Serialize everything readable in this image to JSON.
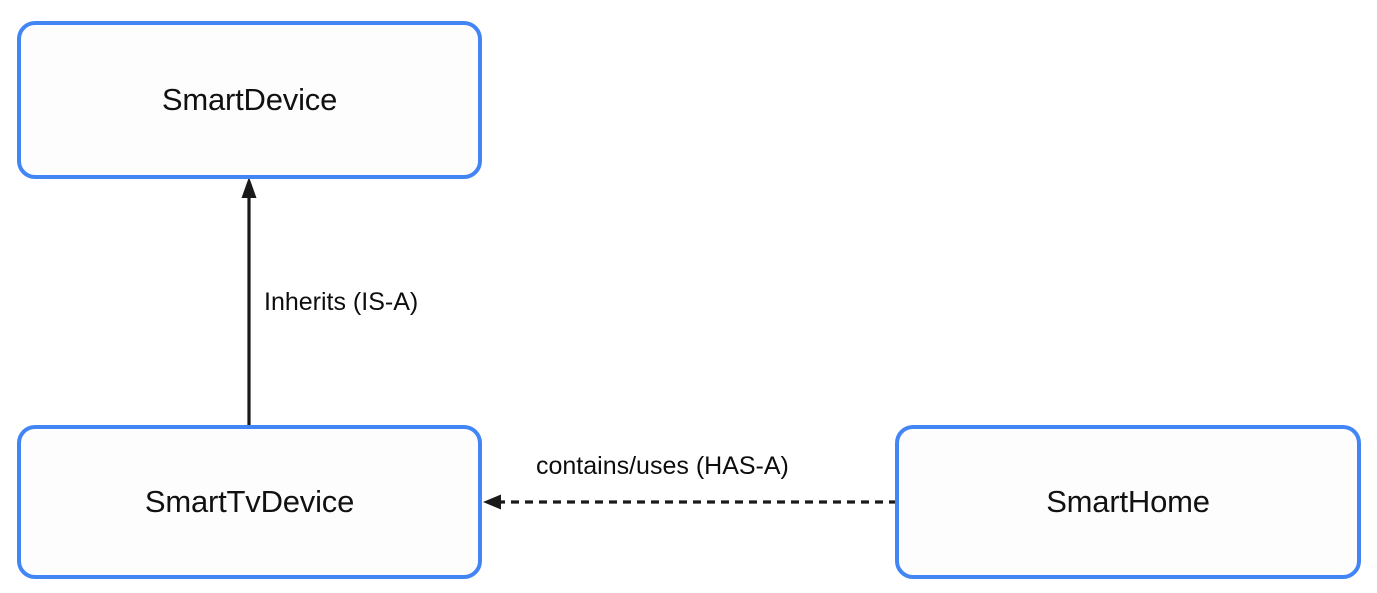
{
  "diagram": {
    "type": "uml-class-relationship-diagram",
    "background_color": "#ffffff",
    "node_border_color": "#4285f4",
    "node_fill_color": "#fdfdfd",
    "edge_color": "#1a1a1a",
    "nodes": [
      {
        "id": "smartdevice",
        "label": "SmartDevice"
      },
      {
        "id": "smarttvdevice",
        "label": "SmartTvDevice"
      },
      {
        "id": "smarthome",
        "label": "SmartHome"
      }
    ],
    "edges": [
      {
        "id": "inherits",
        "label": "Inherits (IS-A)",
        "from": "SmartTvDevice",
        "to": "SmartDevice",
        "style": "solid",
        "arrowhead": "filled-triangle",
        "direction": "up"
      },
      {
        "id": "contains",
        "label": "contains/uses (HAS-A)",
        "from": "SmartHome",
        "to": "SmartTvDevice",
        "style": "dashed",
        "arrowhead": "filled-triangle",
        "direction": "left"
      }
    ]
  }
}
